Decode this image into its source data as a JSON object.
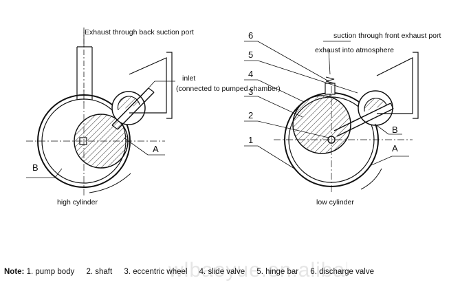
{
  "left": {
    "exhaust_label": "Exhaust through back suction port",
    "inlet_label": "inlet",
    "inlet_sub_label": "(connected to pumped chamber)",
    "letter_a": "A",
    "letter_b": "B",
    "caption": "high cylinder"
  },
  "right": {
    "suction_label": "suction through front exhaust port",
    "atmosphere_label": "exhaust into atmosphere",
    "numbers": [
      "6",
      "5",
      "4",
      "3",
      "2",
      "1"
    ],
    "letter_a": "A",
    "letter_b": "B",
    "caption": "low cylinder"
  },
  "note": {
    "title": "Note:",
    "items": [
      "1. pump body",
      "2. shaft",
      "3. eccentric wheel",
      "4. slide valve",
      "5. hinge bar",
      "6. discharge valve"
    ]
  },
  "watermark": "wlbaoyue.en.alibaba"
}
